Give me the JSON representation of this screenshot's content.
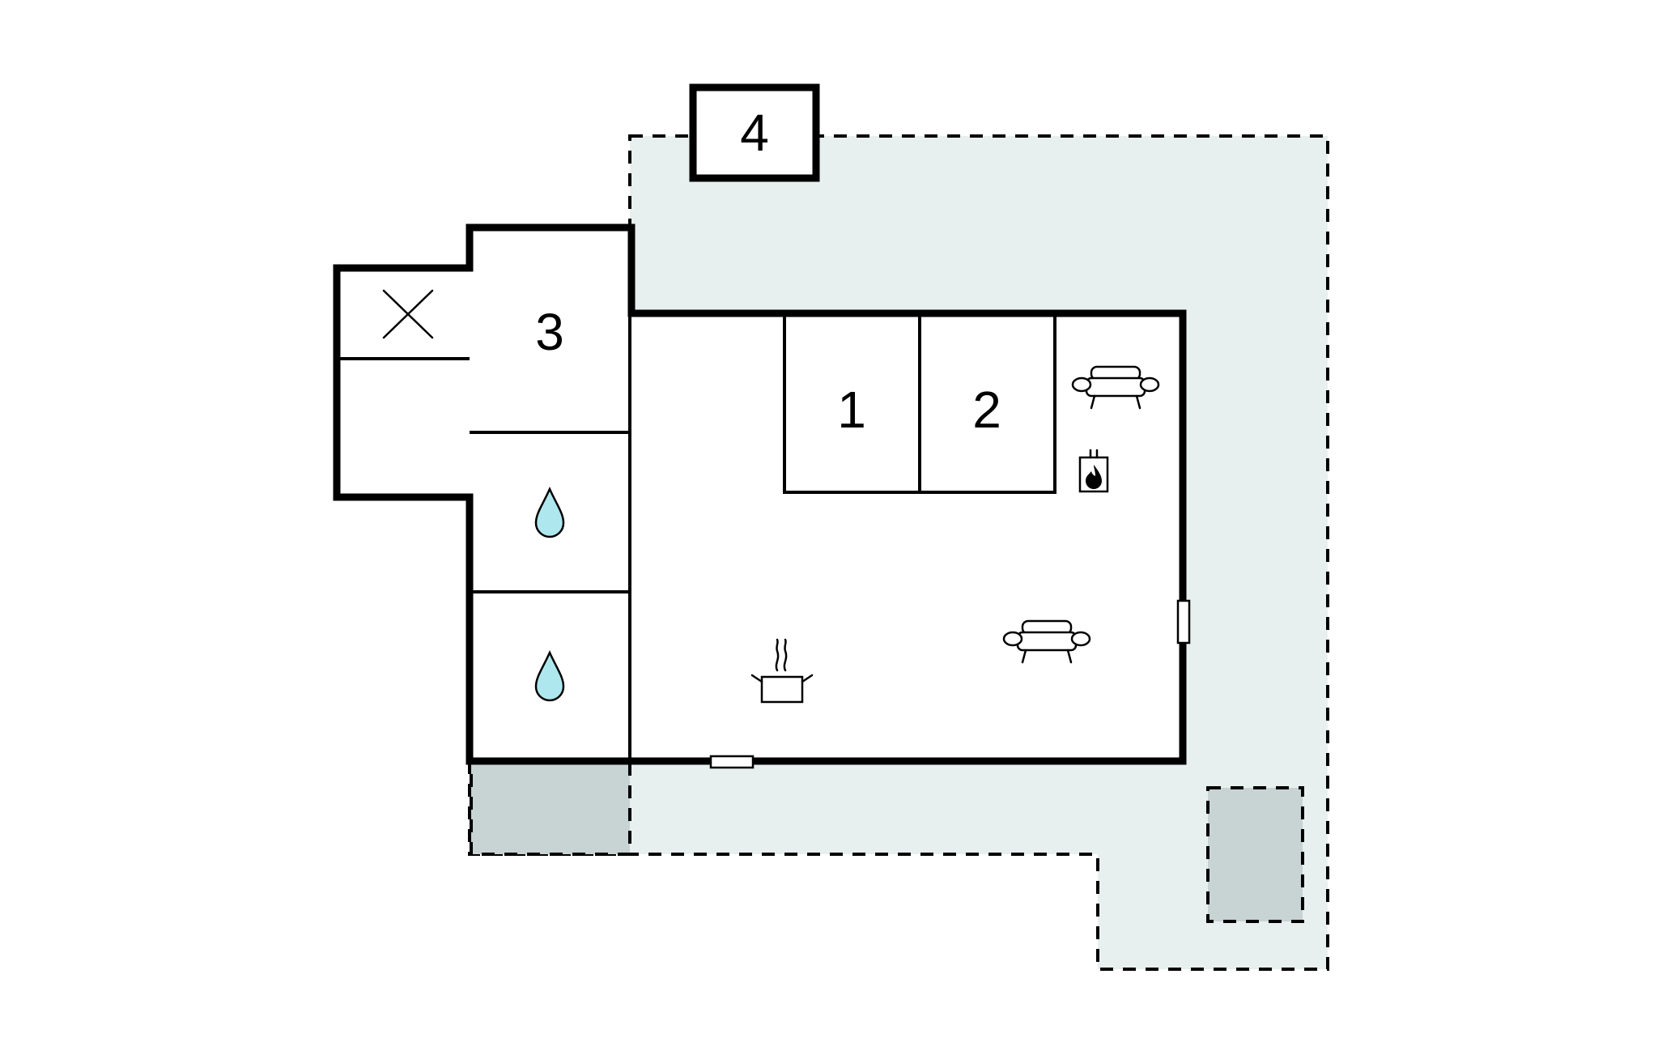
{
  "rooms": {
    "room_1": "1",
    "room_2": "2",
    "room_3": "3",
    "room_4": "4"
  },
  "icons": [
    "cross-icon",
    "water-drop-icon",
    "water-drop-icon",
    "sofa-icon",
    "fireplace-icon",
    "sofa-icon",
    "cooking-pot-icon"
  ],
  "colors": {
    "terrace": "#e8efef",
    "patch": "#c8d3d3",
    "water_drop": "#aee8ee",
    "wall": "#000000"
  }
}
